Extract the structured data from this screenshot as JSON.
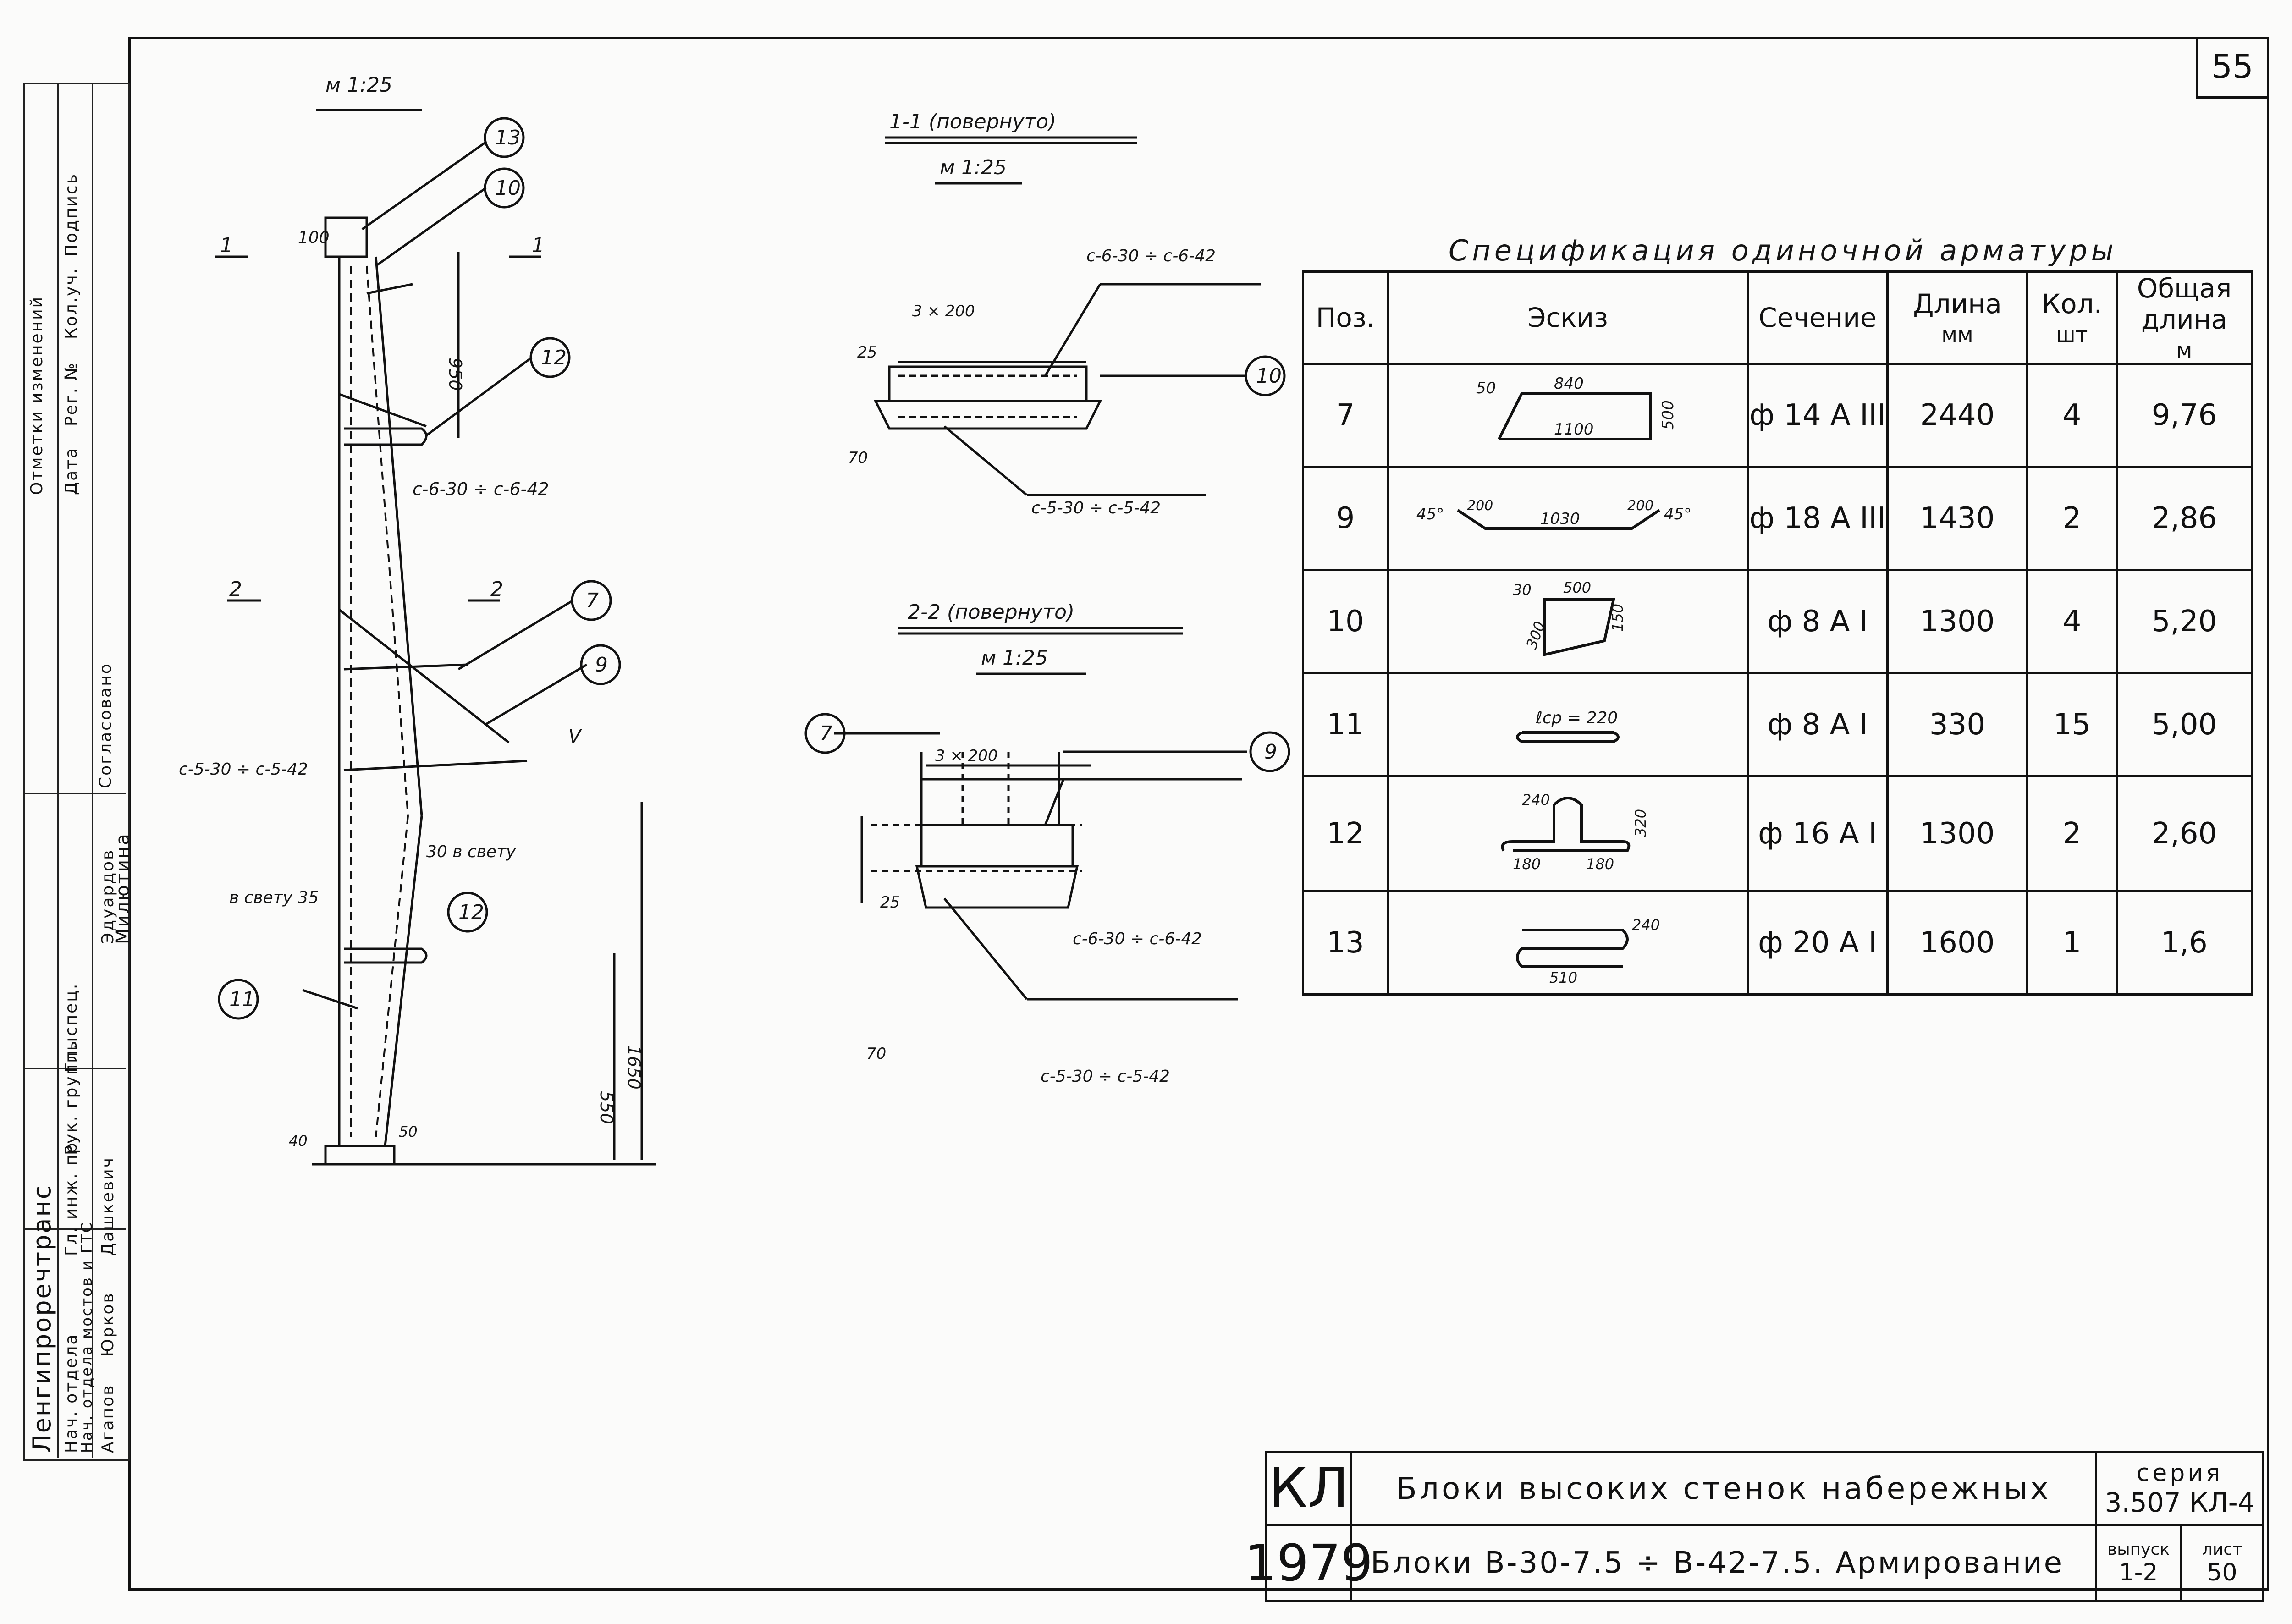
{
  "sheet_number": "55",
  "views": {
    "main_scale": "м 1:25",
    "section_1": {
      "title": "1-1  (повернуто)",
      "scale": "м 1:25"
    },
    "section_2": {
      "title": "2-2  (повернуто)",
      "scale": "м 1:25"
    }
  },
  "callouts": [
    "13",
    "10",
    "12",
    "7",
    "9",
    "12",
    "11",
    "10",
    "7",
    "9"
  ],
  "section_marks": {
    "one": "1",
    "two": "2"
  },
  "dimensions": {
    "top": "100",
    "d950": "950",
    "d1650": "1650",
    "d550": "550",
    "d40": "40",
    "d50": "50",
    "d3x200": "3 × 200",
    "d25": "25",
    "d70": "70"
  },
  "notes": {
    "mesh_c6": "с-6-30 ÷ с-6-42",
    "mesh_c5": "с-5-30 ÷ с-5-42",
    "slope_30": "30 в свету",
    "slope_35": "в свету  35",
    "v_mark": "V"
  },
  "spec": {
    "title": "Спецификация   одиночной  арматуры",
    "headers": {
      "pos": "Поз.",
      "sketch": "Эскиз",
      "section": "Сечение",
      "length": "Длина",
      "length_unit": "мм",
      "qty": "Кол.",
      "qty_unit": "шт",
      "total": "Общая длина",
      "total_unit": "м"
    },
    "rows": [
      {
        "pos": "7",
        "section": "ф 14 А III",
        "length": "2440",
        "qty": "4",
        "total": "9,76",
        "sketch": {
          "a": "50",
          "b": "840",
          "c": "1100",
          "d": "500"
        }
      },
      {
        "pos": "9",
        "section": "ф 18 А III",
        "length": "1430",
        "qty": "2",
        "total": "2,86",
        "sketch": {
          "a": "45°",
          "b": "200",
          "c": "1030",
          "d": "200",
          "e": "45°"
        }
      },
      {
        "pos": "10",
        "section": "ф 8 А I",
        "length": "1300",
        "qty": "4",
        "total": "5,20",
        "sketch": {
          "a": "30",
          "b": "500",
          "c": "300",
          "d": "150"
        }
      },
      {
        "pos": "11",
        "section": "ф 8 А I",
        "length": "330",
        "qty": "15",
        "total": "5,00",
        "sketch": {
          "a": "ℓср = 220"
        }
      },
      {
        "pos": "12",
        "section": "ф 16 А I",
        "length": "1300",
        "qty": "2",
        "total": "2,60",
        "sketch": {
          "a": "240",
          "b": "320",
          "c": "180",
          "d": "180"
        }
      },
      {
        "pos": "13",
        "section": "ф 20 А I",
        "length": "1600",
        "qty": "1",
        "total": "1,6",
        "sketch": {
          "a": "240",
          "b": "510"
        }
      }
    ]
  },
  "title_block": {
    "org": "КЛ",
    "year": "1979",
    "title": "Блоки высоких стенок набережных",
    "subtitle": "Блоки  В-30-7.5 ÷ В-42-7.5.    Армирование",
    "series_label": "серия",
    "series": "3.507 КЛ-4",
    "issue_label": "выпуск",
    "issue": "1-2",
    "sheet_label": "лист",
    "sheet": "50"
  },
  "sidebar": {
    "changes": "Отметки изменений",
    "cols": [
      "Дата",
      "Рег. №",
      "Кол.уч.",
      "Подпись"
    ],
    "agreed": "Согласовано",
    "institute": "Ленгипроречтранс",
    "roles": [
      "Нач. отдела",
      "Нач. отдела мостов и ГТС",
      "Гл. инж. пр.",
      "Рук. группы",
      "Гл. спец."
    ],
    "names": [
      "Агапов",
      "Юрков",
      "Дашкевич",
      "Эдуардов",
      "Милютина"
    ]
  }
}
